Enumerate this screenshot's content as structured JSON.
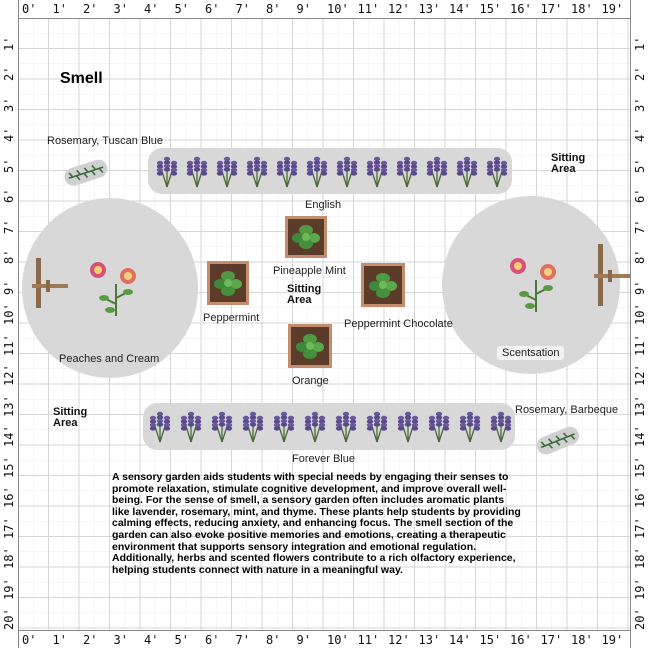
{
  "title": "Smell",
  "ruler": {
    "x_labels": [
      "0'",
      "1'",
      "2'",
      "3'",
      "4'",
      "5'",
      "6'",
      "7'",
      "8'",
      "9'",
      "10'",
      "11'",
      "12'",
      "13'",
      "14'",
      "15'",
      "16'",
      "17'",
      "18'",
      "19'"
    ],
    "y_labels": [
      "1'",
      "2'",
      "3'",
      "4'",
      "5'",
      "6'",
      "7'",
      "8'",
      "9'",
      "10'",
      "11'",
      "12'",
      "13'",
      "14'",
      "15'",
      "16'",
      "17'",
      "18'",
      "19'",
      "20'"
    ]
  },
  "labels": {
    "rosemary_tuscan": "Rosemary, Tuscan Blue",
    "rosemary_barbeque": "Rosemary, Barbeque",
    "english": "English",
    "forever_blue": "Forever Blue",
    "pineapple_mint": "Pineapple Mint",
    "peppermint": "Peppermint",
    "peppermint_chocolate": "Peppermint Chocolate",
    "orange": "Orange",
    "peaches_cream": "Peaches and Cream",
    "scentsation": "Scentsation"
  },
  "sitting_areas": {
    "top_right": [
      "Sitting",
      "Area"
    ],
    "center": [
      "Sitting",
      "Area"
    ],
    "bottom_left": [
      "Sitting",
      "Area"
    ]
  },
  "description": "A sensory garden aids students with special needs by engaging their senses to promote relaxation, stimulate cognitive development, and improve overall well-being. For the sense of smell, a sensory garden often includes aromatic plants like lavender, rosemary, mint, and thyme. These plants help students by providing calming effects, reducing anxiety, and enhancing focus. The smell section of the garden can also evoke positive memories and emotions, creating a therapeutic environment that supports sensory integration and emotional regulation. Additionally, herbs and scented flowers contribute to a rich olfactory experience, helping students connect with nature in a meaningful way.",
  "colors": {
    "grid": "#d6d6d6",
    "bed": "#d8d8d8",
    "lavender": "#6a5a9c",
    "pot": "#5b3b2a",
    "pot_border": "#c48d6d",
    "mint": "#3f8a3a",
    "flower": "#d8507a"
  },
  "icons": {
    "lavender": "lavender-plant-icon",
    "mint": "mint-plant-icon",
    "rosemary": "rosemary-plant-icon",
    "rose": "rose-flower-icon",
    "bench": "bench-icon"
  }
}
